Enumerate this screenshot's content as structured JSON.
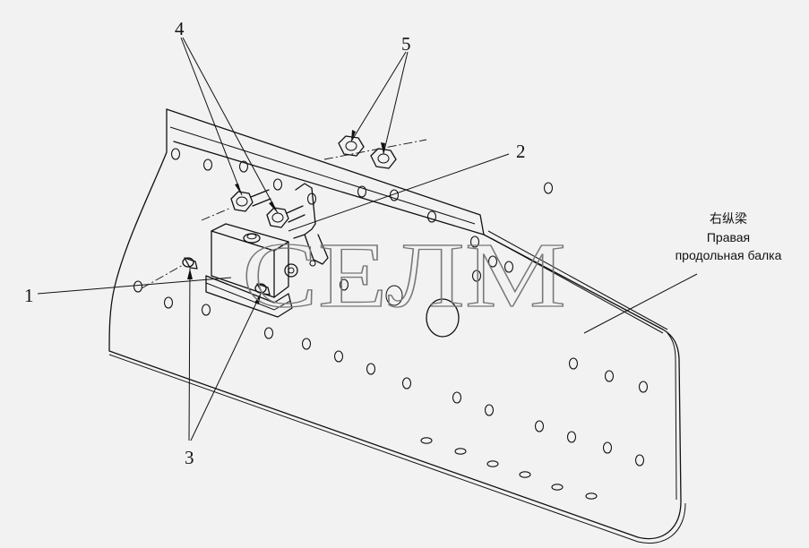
{
  "callouts": {
    "c1": "1",
    "c2": "2",
    "c3": "3",
    "c4": "4",
    "c5": "5"
  },
  "beam_label": {
    "chinese": "右纵梁",
    "russian_line1": "Правая",
    "russian_line2": "продольная балка"
  },
  "watermark": "CEЛM",
  "colors": {
    "background": "#f2f2f2",
    "line": "#111111",
    "watermark": "#777777"
  }
}
